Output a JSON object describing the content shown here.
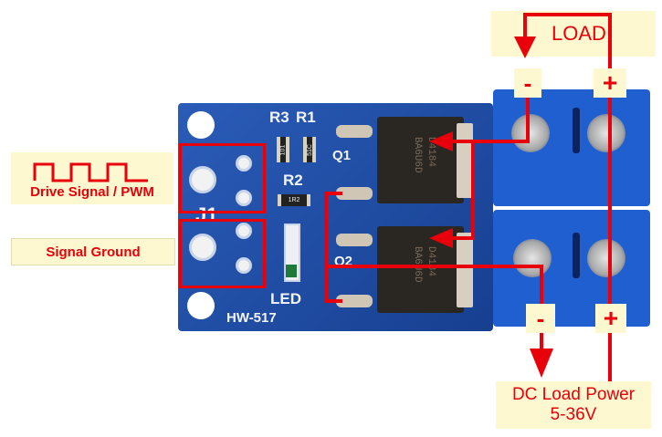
{
  "labels": {
    "drive_signal": "Drive Signal / PWM",
    "signal_ground": "Signal Ground",
    "load": "LOAD",
    "load_minus": "-",
    "load_plus": "+",
    "power_minus": "-",
    "power_plus": "+",
    "dc_power_line1": "DC Load Power",
    "dc_power_line2": "5-36V"
  },
  "board": {
    "model": "HW-517",
    "header": "J1",
    "led": "LED",
    "resistors": [
      "R3",
      "R1",
      "R2"
    ],
    "resistor_codes": [
      "101",
      "51C",
      "1R2"
    ],
    "mosfets": [
      "Q1",
      "Q2"
    ],
    "mosfet_markings": [
      "D4184",
      "BA6U6D"
    ]
  },
  "colors": {
    "annotation": "#e8000b",
    "label_bg": "#fdf8cf",
    "pcb": "#1e4fa8",
    "terminal": "#1f5fd0"
  }
}
